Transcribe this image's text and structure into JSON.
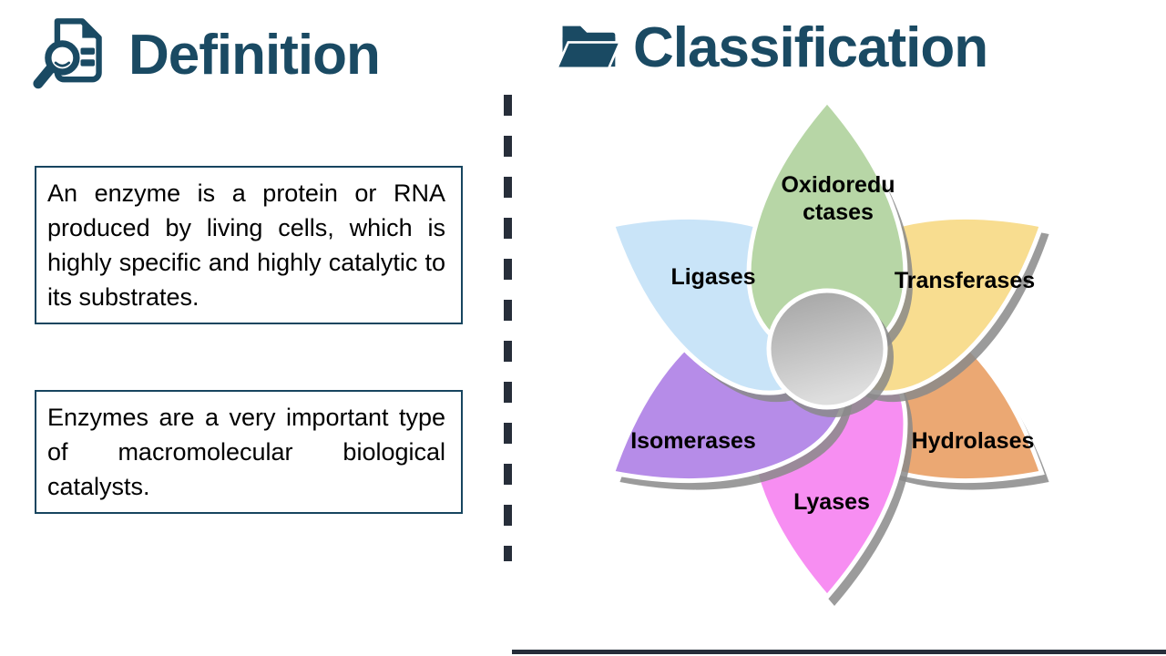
{
  "definition": {
    "title": "Definition",
    "paragraph1": "An enzyme is a protein or RNA produced by living cells, which is highly specific and highly catalytic to its substrates.",
    "paragraph2": "Enzymes are a very important type of macromolecular biological catalysts."
  },
  "classification": {
    "title": "Classification",
    "petals": [
      {
        "label": "Oxidoredu\nctases",
        "color": "#b7d6a6"
      },
      {
        "label": "Transferases",
        "color": "#f8dd90"
      },
      {
        "label": "Hydrolases",
        "color": "#eba873"
      },
      {
        "label": "Lyases",
        "color": "#f78ef2"
      },
      {
        "label": "Isomerases",
        "color": "#b68ce8"
      },
      {
        "label": "Ligases",
        "color": "#c9e4f8"
      }
    ],
    "center": {
      "gradient_top": "#a2a2a2",
      "gradient_bottom": "#dedede"
    }
  },
  "theme": {
    "heading_color": "#1a4a63",
    "divider_color": "#272e3a",
    "shadow_color": "#8a8a8a",
    "box_border_color": "#17455f",
    "body_text_color": "#000000"
  }
}
